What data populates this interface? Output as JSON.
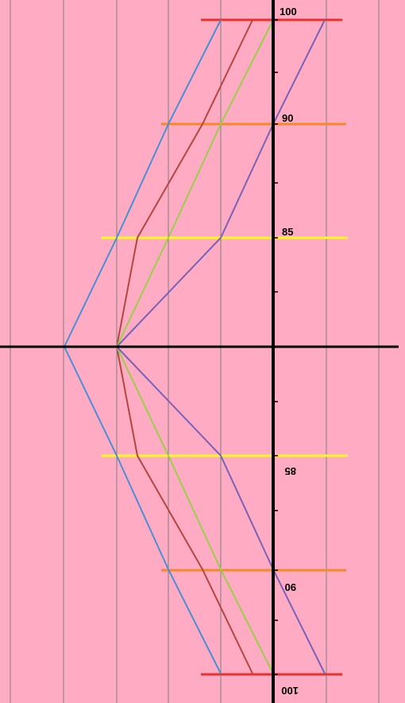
{
  "background": "#ffabc4",
  "grid_color": "#7f7f7f",
  "axis_color": "#000000",
  "upper_labels": [
    "100",
    "90",
    "85"
  ],
  "lower_labels": [
    "85",
    "90",
    "100"
  ],
  "level_colors": {
    "100": "#e8322e",
    "90": "#f7882a",
    "85": "#fffb1e"
  },
  "line_colors": {
    "blue": "#4a8fd4",
    "red": "#b5453f",
    "green": "#9ccd4a",
    "purple": "#7a62b6"
  }
}
